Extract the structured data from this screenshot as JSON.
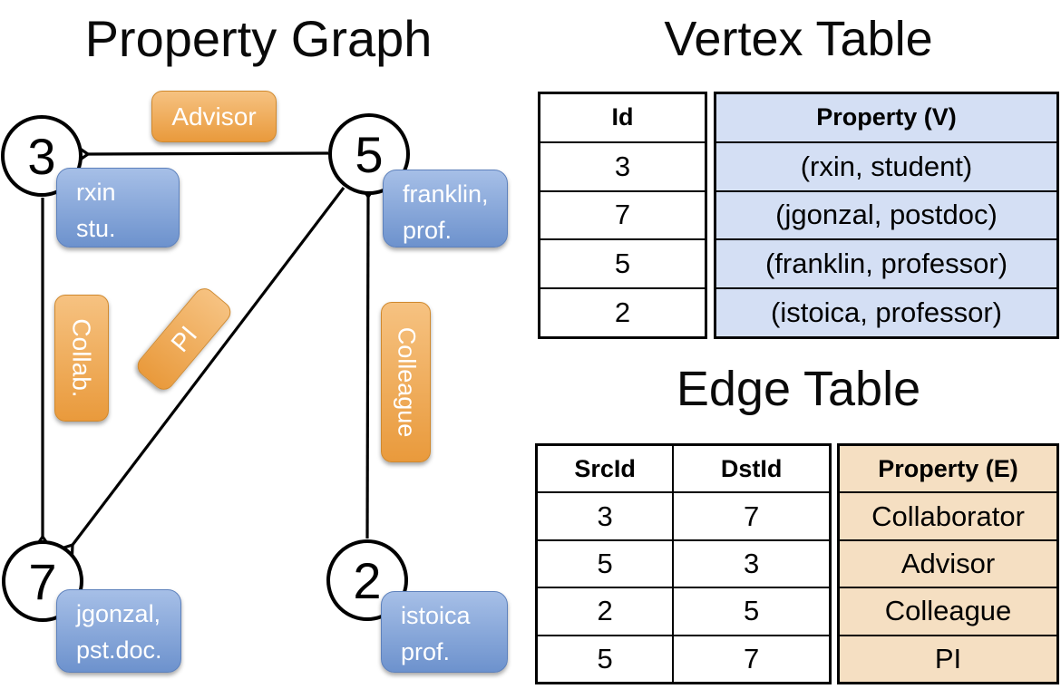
{
  "graph": {
    "title": "Property Graph",
    "vertices": [
      {
        "id": "3",
        "line1": "rxin",
        "line2": "stu."
      },
      {
        "id": "5",
        "line1": "franklin,",
        "line2": "prof."
      },
      {
        "id": "7",
        "line1": "jgonzal,",
        "line2": "pst.doc."
      },
      {
        "id": "2",
        "line1": "istoica",
        "line2": "prof."
      }
    ],
    "edge_labels": {
      "advisor": "Advisor",
      "collab": "Collab.",
      "pi": "PI",
      "colleague": "Colleague"
    }
  },
  "vertex_table": {
    "title": "Vertex Table",
    "col_id": "Id",
    "col_property": "Property (V)",
    "rows": [
      {
        "id": "3",
        "property": "(rxin, student)"
      },
      {
        "id": "7",
        "property": "(jgonzal, postdoc)"
      },
      {
        "id": "5",
        "property": "(franklin, professor)"
      },
      {
        "id": "2",
        "property": "(istoica, professor)"
      }
    ]
  },
  "edge_table": {
    "title": "Edge Table",
    "col_src": "SrcId",
    "col_dst": "DstId",
    "col_property": "Property (E)",
    "rows": [
      {
        "src": "3",
        "dst": "7",
        "property": "Collaborator"
      },
      {
        "src": "5",
        "dst": "3",
        "property": "Advisor"
      },
      {
        "src": "2",
        "dst": "5",
        "property": "Colleague"
      },
      {
        "src": "5",
        "dst": "7",
        "property": "PI"
      }
    ]
  },
  "colors": {
    "blue-box-top": "#a6bfe7",
    "blue-box-bottom": "#6d92cd",
    "orange-box-top": "#f6c281",
    "orange-box-bottom": "#e99a3c",
    "vertex-property-fill": "#d4dff4",
    "edge-property-fill": "#f5dfc2"
  }
}
